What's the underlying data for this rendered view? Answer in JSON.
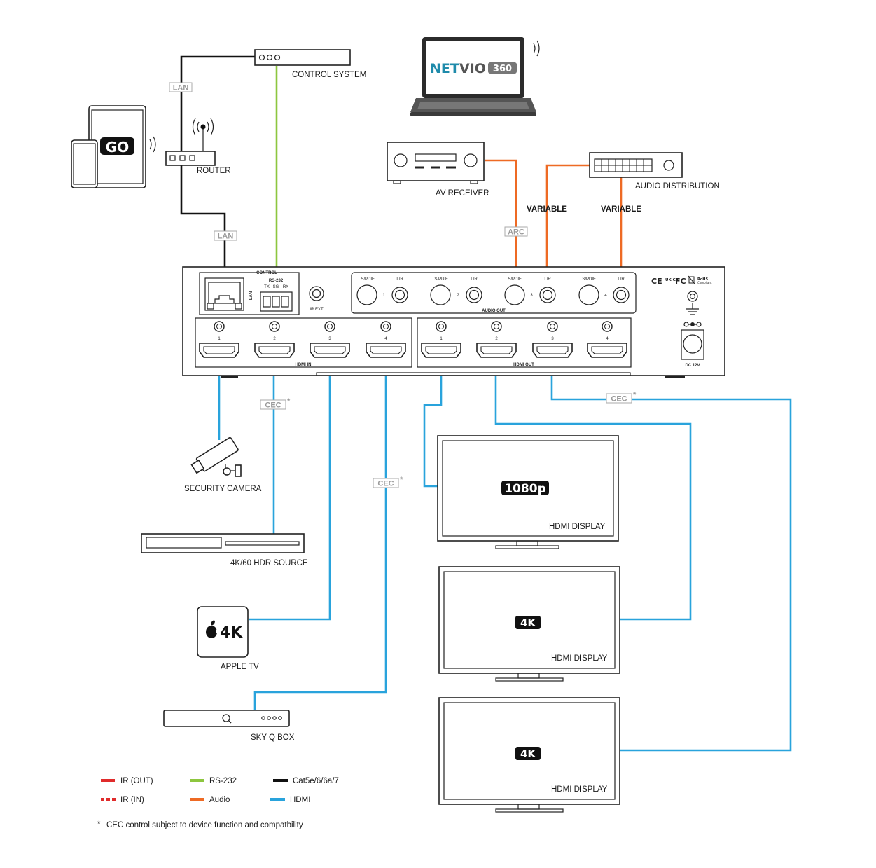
{
  "devices": {
    "control_system": "CONTROL SYSTEM",
    "router": "ROUTER",
    "av_receiver": "AV RECEIVER",
    "audio_distribution": "AUDIO DISTRIBUTION",
    "security_camera": "SECURITY CAMERA",
    "hdr_source": "4K/60 HDR SOURCE",
    "apple_tv": "APPLE TV",
    "sky_q_box": "SKY Q BOX",
    "hdmi_display_1": "HDMI DISPLAY",
    "hdmi_display_2": "HDMI DISPLAY",
    "hdmi_display_3": "HDMI DISPLAY"
  },
  "logos": {
    "netvio_net": "NET",
    "netvio_vio": "VIO",
    "netvio_360": "360",
    "go": "GO",
    "apple_4k": "4K"
  },
  "badges": {
    "res1": "1080p",
    "res2": "4K",
    "res3": "4K"
  },
  "link_tags": {
    "lan1": "LAN",
    "lan2": "LAN",
    "arc": "ARC",
    "cec": "CEC",
    "star": "*"
  },
  "variable": {
    "v1": "VARIABLE",
    "v2": "VARIABLE"
  },
  "matrix": {
    "control": "CONTROL",
    "rs232": "RS-232",
    "tx": "TX",
    "sg": "SG",
    "rx": "RX",
    "lan": "LAN",
    "ir_ext": "IR EXT",
    "spdif": "S/PDIF",
    "lr": "L/R",
    "audio_out": "AUDIO OUT",
    "hdmi_in": "HDMI IN",
    "hdmi_out": "HDMI OUT",
    "dc": "DC 12V",
    "ce": "CE",
    "ukca": "UK CA",
    "fc": "FC",
    "rohs": "RoHS",
    "compliant": "Compliant",
    "n1": "1",
    "n2": "2",
    "n3": "3",
    "n4": "4"
  },
  "legend": {
    "ir_out": "IR (OUT)",
    "ir_in": "IR (IN)",
    "rs232": "RS-232",
    "audio": "Audio",
    "cat": "Cat5e/6/6a/7",
    "hdmi": "HDMI"
  },
  "footnote": {
    "star": "*",
    "text": "CEC control subject to device function and compatbility"
  },
  "colors": {
    "hdmi": "#29a3dc",
    "audio": "#ee6a24",
    "rs232": "#8dc63f",
    "lan": "#111111",
    "ir": "#e02b2b",
    "netvio_teal": "#1f8bab"
  }
}
